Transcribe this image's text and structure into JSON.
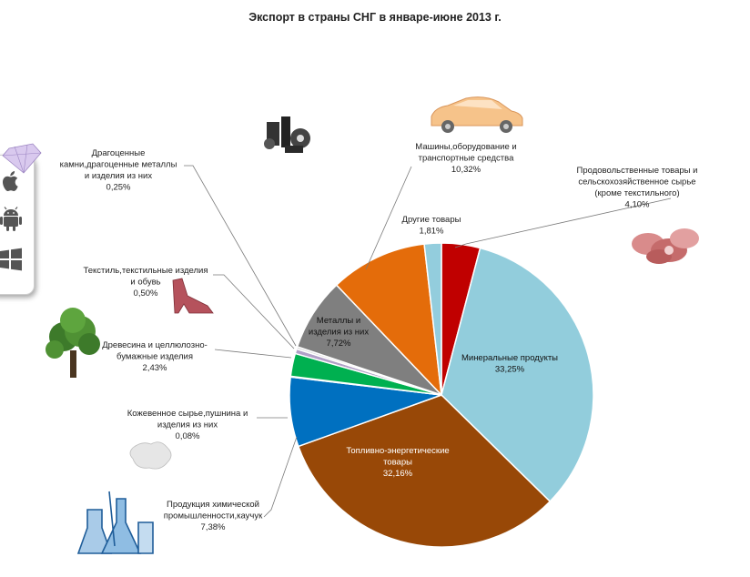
{
  "chart_data": {
    "type": "pie",
    "title": "Экспорт в страны СНГ в январе-июне 2013 г.",
    "slices": [
      {
        "label": "Продовольственные товары и сельскохозяйственное сырье (кроме текстильного)",
        "value": 4.1,
        "value_label": "4,10%",
        "color": "#c00000"
      },
      {
        "label": "Минеральные продукты",
        "value": 33.25,
        "value_label": "33,25%",
        "color": "#92cddc"
      },
      {
        "label": "Топливно-энергетические товары",
        "value": 32.16,
        "value_label": "32,16%",
        "color": "#984807"
      },
      {
        "label": "Продукция химической промышленности,каучук",
        "value": 7.38,
        "value_label": "7,38%",
        "color": "#0070c0"
      },
      {
        "label": "Кожевенное сырье,пушнина и изделия из них",
        "value": 0.08,
        "value_label": "0,08%",
        "color": "#1f497d"
      },
      {
        "label": "Древесина и целлюлозно-бумажные изделия",
        "value": 2.43,
        "value_label": "2,43%",
        "color": "#00b050"
      },
      {
        "label": "Текстиль,текстильные изделия и обувь",
        "value": 0.5,
        "value_label": "0,50%",
        "color": "#b1a0c7"
      },
      {
        "label": "Драгоценные камни,драгоценные металлы и изделия из них",
        "value": 0.25,
        "value_label": "0,25%",
        "color": "#d9d9d9"
      },
      {
        "label": "Металлы и изделия из них",
        "value": 7.72,
        "value_label": "7,72%",
        "color": "#7f7f7f"
      },
      {
        "label": "Машины,оборудование и транспортные средства",
        "value": 10.32,
        "value_label": "10,32%",
        "color": "#e46c0a"
      },
      {
        "label": "Другие товары",
        "value": 1.81,
        "value_label": "1,81%",
        "color": "#93cddd"
      }
    ]
  },
  "os_panel": {
    "icons": [
      "apple-icon",
      "android-icon",
      "windows-icon"
    ]
  }
}
